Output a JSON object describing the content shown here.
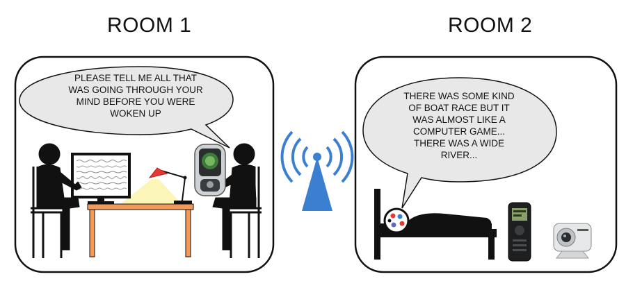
{
  "room1": {
    "title": "ROOM 1",
    "speech": [
      "PLEASE TELL ME ALL THAT",
      "WAS GOING THROUGH YOUR",
      "MIND BEFORE YOU WERE",
      "WOKEN UP"
    ]
  },
  "room2": {
    "title": "ROOM 2",
    "speech": [
      "THERE WAS SOME KIND",
      "OF BOAT RACE BUT IT",
      "WAS ALMOST LIKE A",
      "COMPUTER GAME...",
      "THERE WAS A WIDE",
      "RIVER..."
    ]
  },
  "colors": {
    "outline": "#111111",
    "bubble_fill": "#e8e8e8",
    "wireless": "#3a7fd0",
    "lamp": "#e53935",
    "table": "#f29a59",
    "light": "#fbf5b8"
  },
  "icons": [
    "wireless-signal-icon",
    "walkie-talkie-icon",
    "voice-recorder-icon",
    "webcam-icon",
    "eeg-monitor-icon",
    "desk-lamp-icon",
    "bed-icon",
    "electrode-cap-icon"
  ]
}
